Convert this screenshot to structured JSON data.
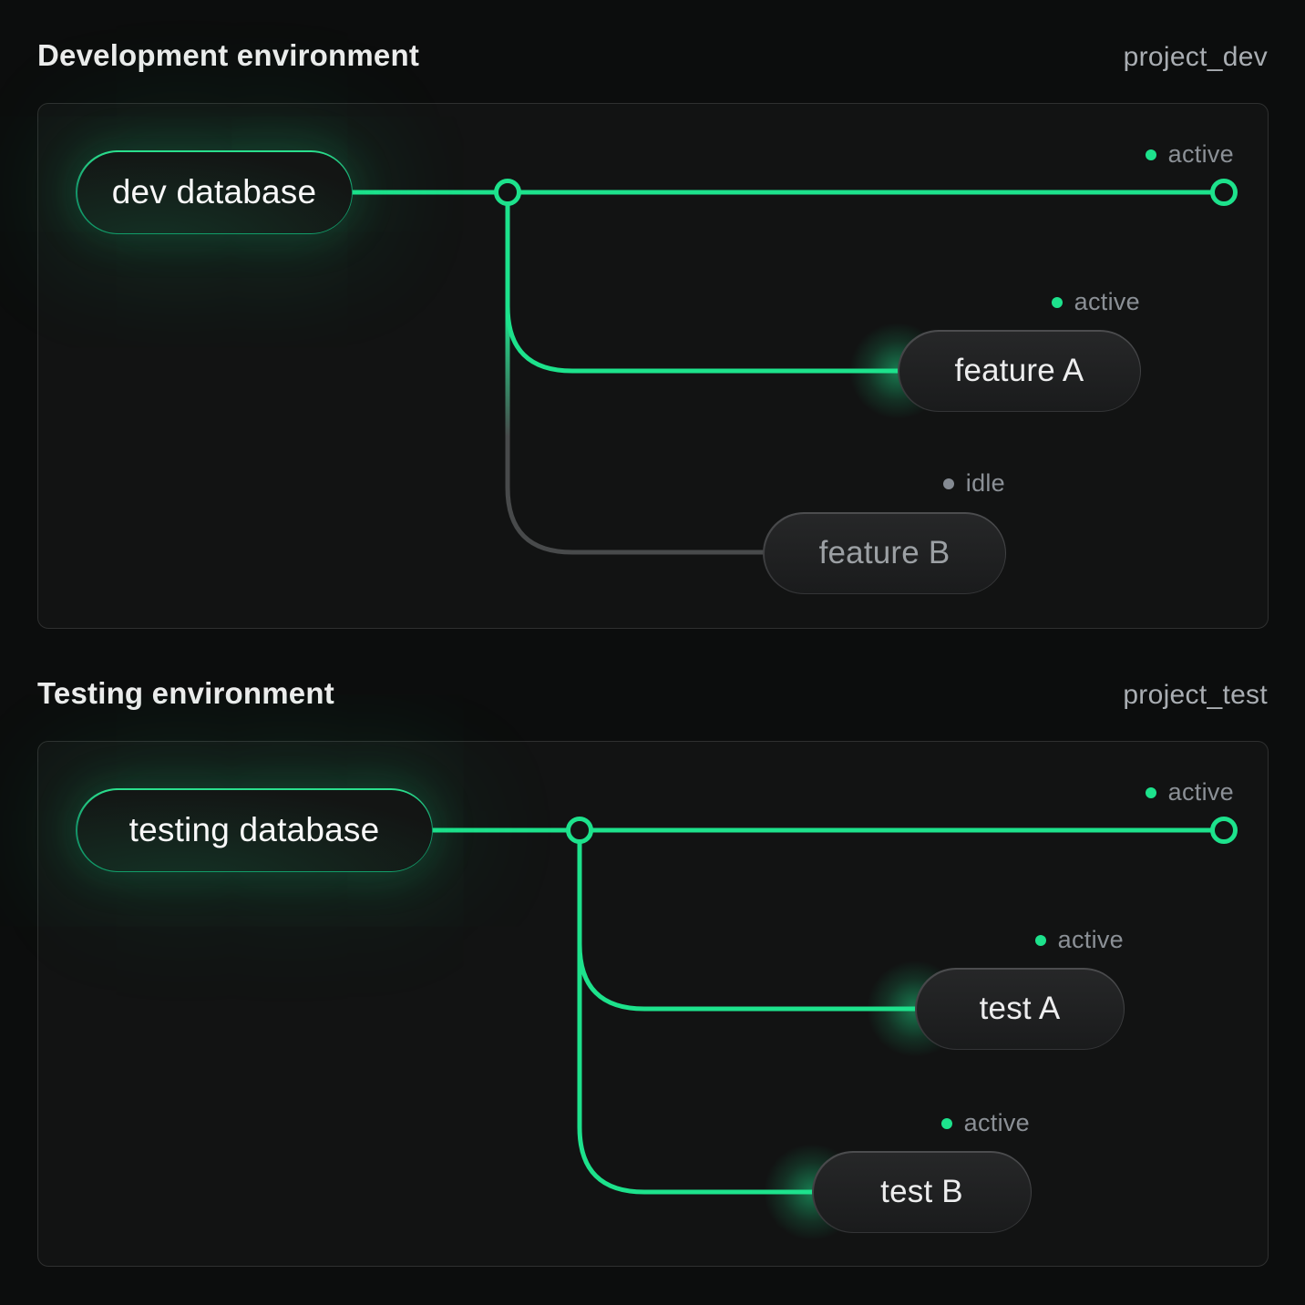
{
  "colors": {
    "accent_green": "#1de28c",
    "idle_line_gray": "#484a4b",
    "idle_dot_gray": "#848a92"
  },
  "panels": [
    {
      "title": "Development environment",
      "project": "project_dev",
      "root": {
        "label": "dev database"
      },
      "main_status": "active",
      "branches": [
        {
          "label": "feature A",
          "status": "active"
        },
        {
          "label": "feature B",
          "status": "idle"
        }
      ]
    },
    {
      "title": "Testing environment",
      "project": "project_test",
      "root": {
        "label": "testing database"
      },
      "main_status": "active",
      "branches": [
        {
          "label": "test A",
          "status": "active"
        },
        {
          "label": "test B",
          "status": "active"
        }
      ]
    }
  ]
}
